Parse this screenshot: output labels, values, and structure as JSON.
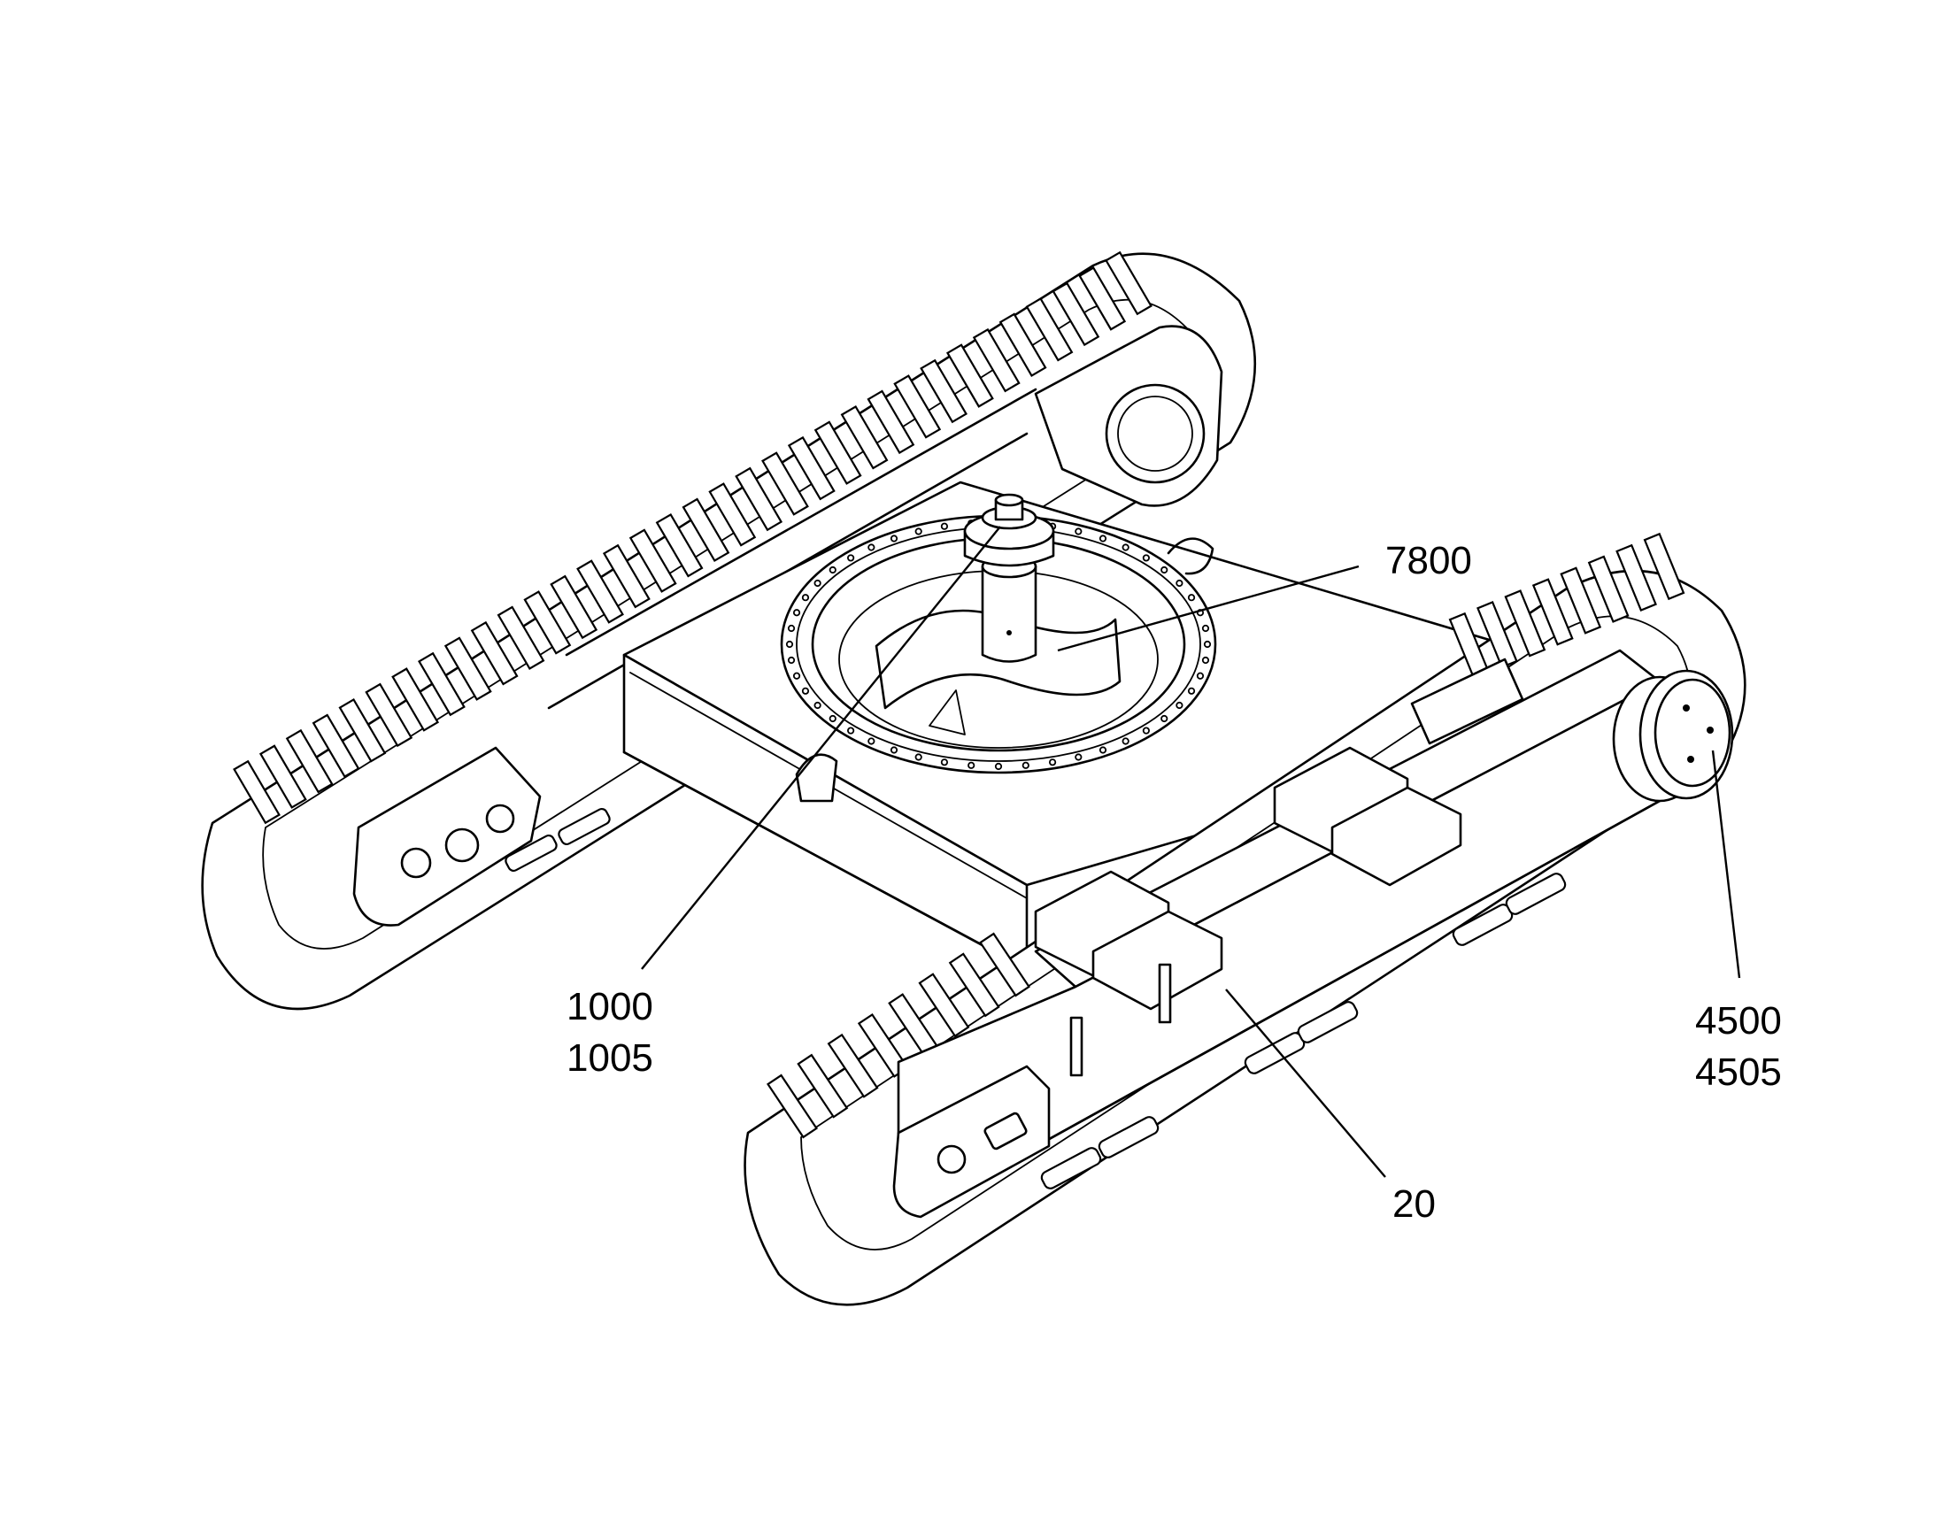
{
  "callouts": [
    {
      "id": "c7800",
      "lines": [
        "7800"
      ]
    },
    {
      "id": "c1000",
      "lines": [
        "1000",
        "1005"
      ]
    },
    {
      "id": "c4500",
      "lines": [
        "4500",
        "4505"
      ]
    },
    {
      "id": "c20",
      "lines": [
        "20"
      ]
    }
  ]
}
